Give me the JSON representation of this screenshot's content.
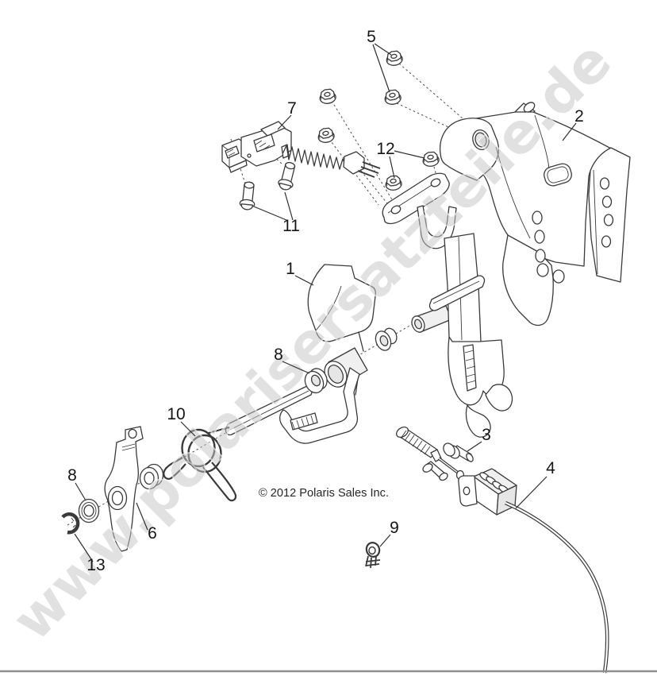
{
  "diagram": {
    "watermark": "www.polarisersatzteile.de",
    "copyright": "© 2012 Polaris Sales Inc.",
    "callouts": {
      "c1": "1",
      "c2": "2",
      "c3": "3",
      "c4": "4",
      "c5": "5",
      "c6": "6",
      "c7": "7",
      "c8a": "8",
      "c8b": "8",
      "c9": "9",
      "c10": "10",
      "c11": "11",
      "c12": "12",
      "c13": "13"
    },
    "colors": {
      "line_art": "#3a3a3a",
      "callout_text": "#161616",
      "watermark_gray": "#c3c3c3",
      "footer_rule": "#8f8f8f",
      "background": "#ffffff"
    }
  }
}
